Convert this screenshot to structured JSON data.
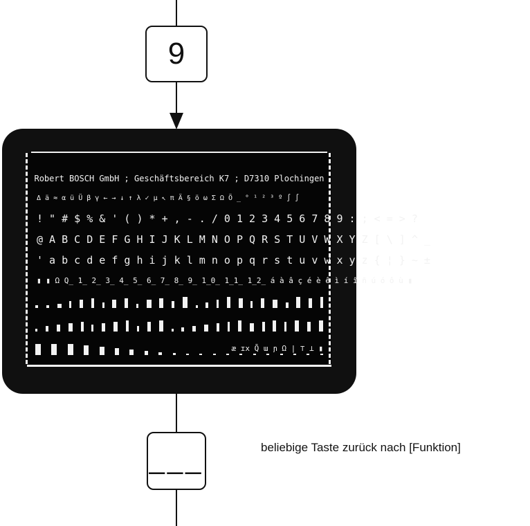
{
  "top_key": {
    "label": "9"
  },
  "screen": {
    "header": "Robert BOSCH GmbH ; Geschäftsbereich K7 ; D7310 Plochingen",
    "rows": [
      "Δ ä ≈ α ü Ü β γ ← → ↓ ↑ λ ✓ μ ↖ π Ä § ö ω Σ Ω Ö _ ° ¹ ² ³ º ∫ ∫",
      "! \" # $ % & ' ( ) * + , - . / 0 1 2 3 4 5 6 7 8 9 : ; < = > ?",
      "@ A B C D E F G H I J K L M N O P Q R S T U V W X Y Z [ \\ ] ^ _",
      "' a b c d e f g h i j k l m n o p q r s t u v w x y z { ¦ } ~ ±",
      "▮ ▮ Ω Q̲ 1̲ 2̲ 3̲ 4̲ 5̲ 6̲ 7̲ 8̲ 9̲ 1̲0̲ 1̲1̲ 1̲2̲ á à â ç é è ê ì í î ñ ú ó ô ù ▮"
    ],
    "bottom_symbols": "æ ɪx Q̄ ɯ ɲ Ω | ⊤ ⊥ ▮"
  },
  "bottom_key": {
    "label": "___"
  },
  "caption": "beliebige Taste zurück nach [Funktion]"
}
